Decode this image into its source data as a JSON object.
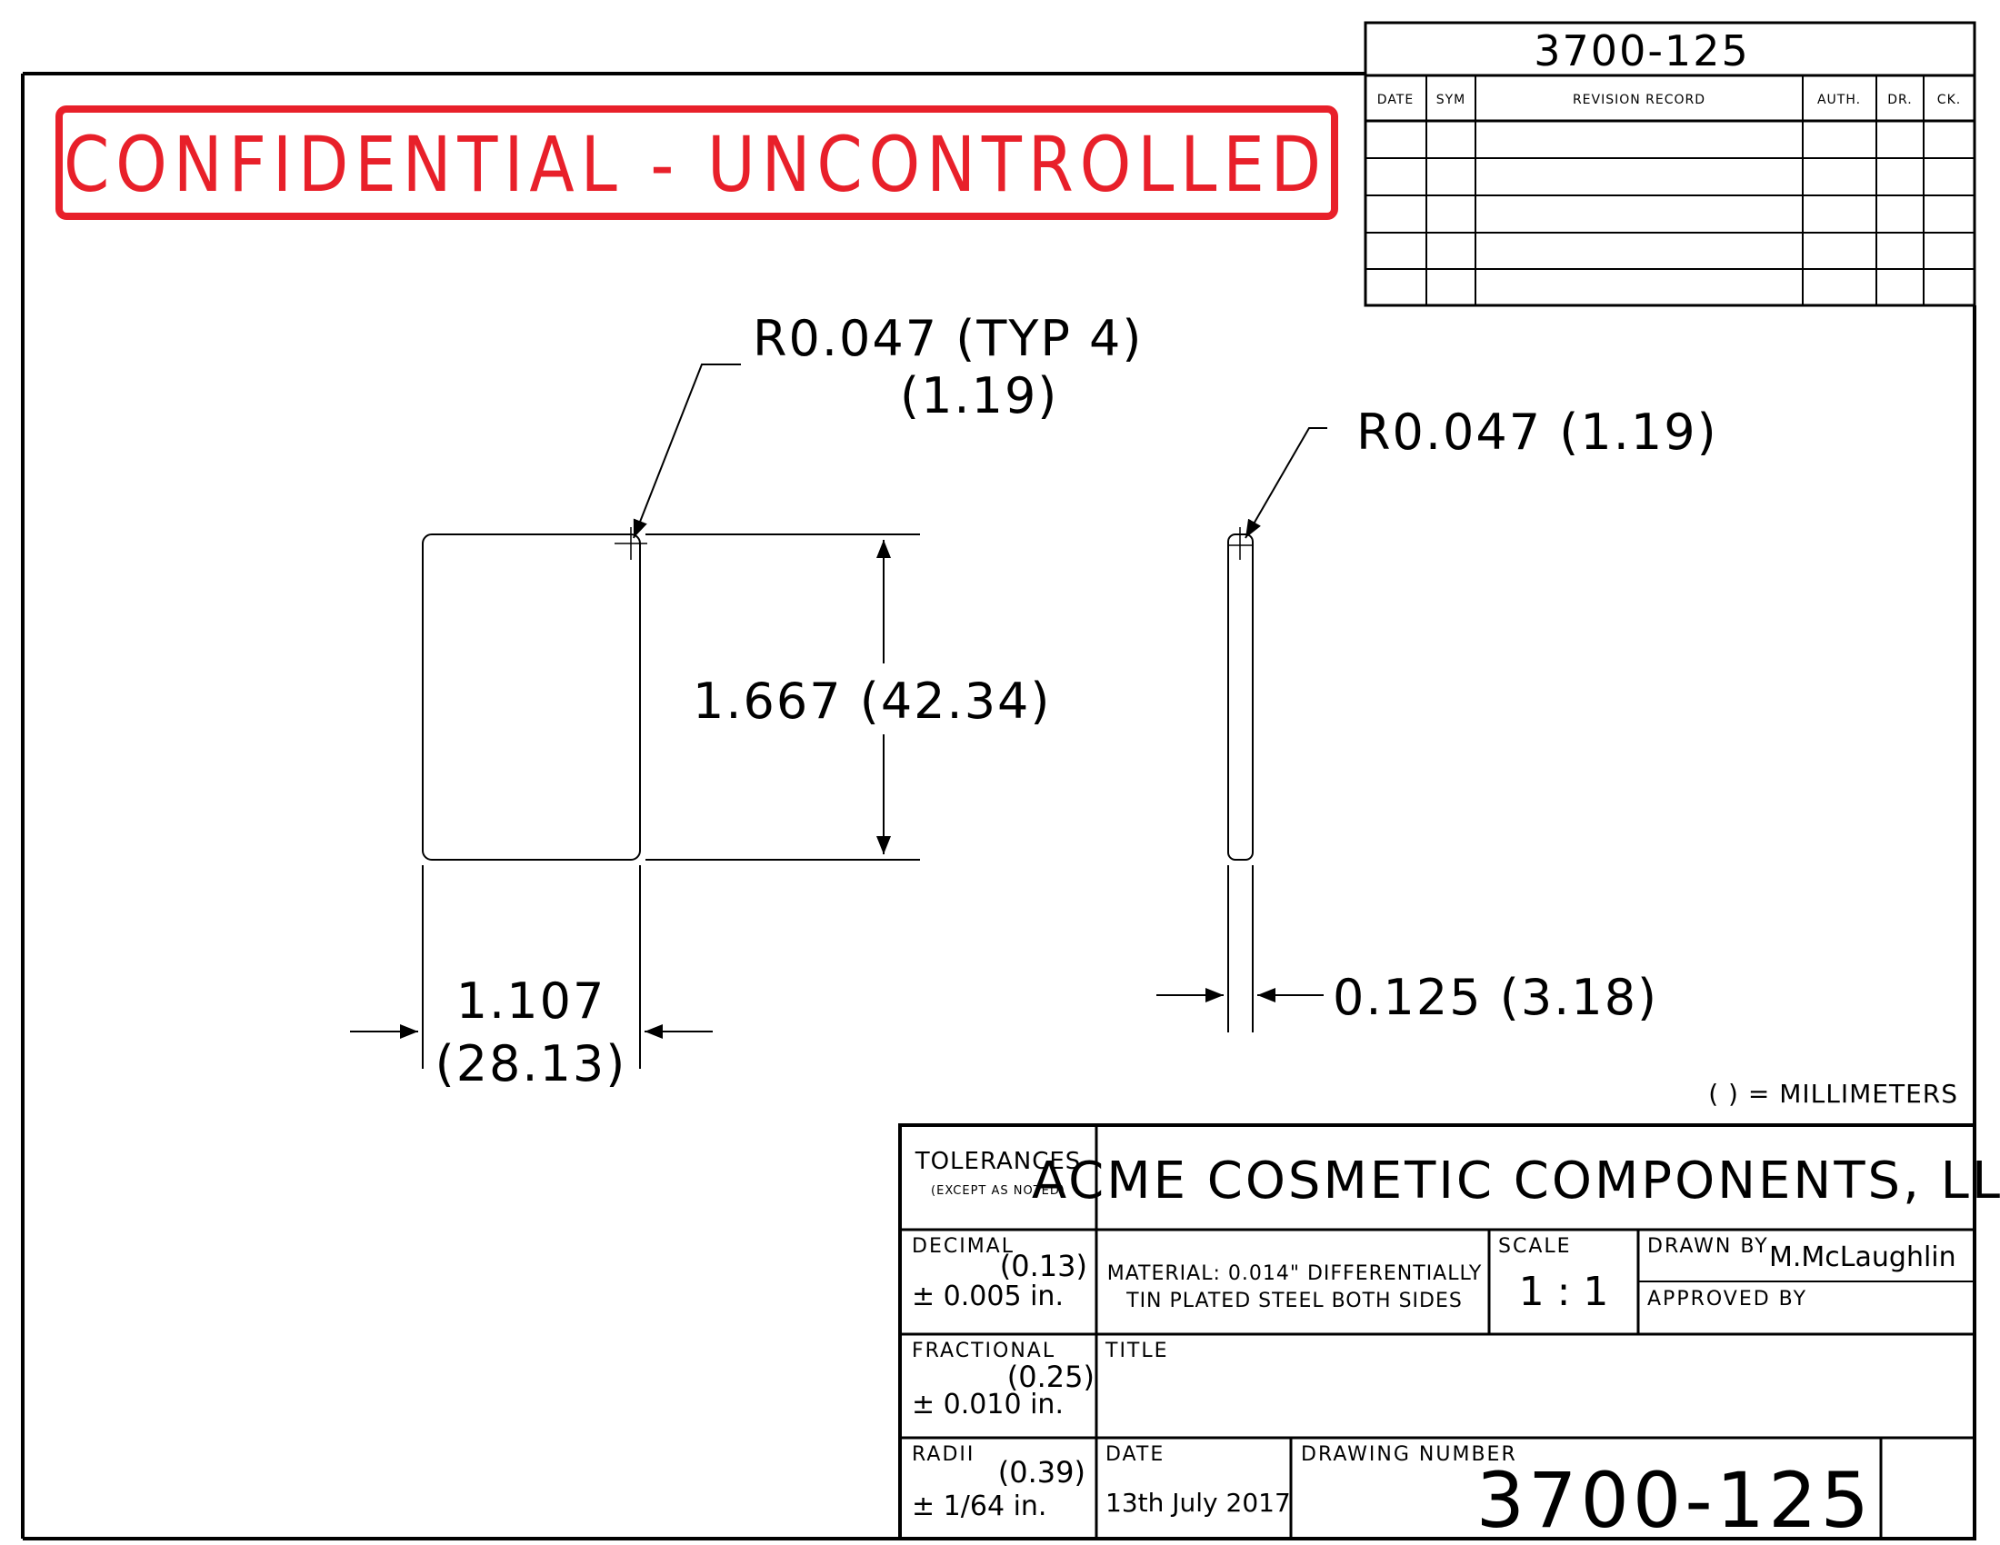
{
  "banner": {
    "text": "CONFIDENTIAL - UNCONTROLLED",
    "color": "#e8202a"
  },
  "revision_block": {
    "drawing_number": "3700-125",
    "headers": {
      "date": "DATE",
      "sym": "SYM",
      "record": "REVISION RECORD",
      "auth": "AUTH.",
      "dr": "DR.",
      "ck": "CK."
    }
  },
  "annotations": {
    "front_radius_line1": "R0.047 (TYP 4)",
    "front_radius_line2": "(1.19)",
    "side_radius": "R0.047 (1.19)",
    "height": "1.667 (42.34)",
    "width_line1": "1.107",
    "width_line2": "(28.13)",
    "thickness": "0.125 (3.18)",
    "units_note": "( ) = MILLIMETERS"
  },
  "title_block": {
    "tolerances_label": "TOLERANCES",
    "tolerances_note": "(EXCEPT AS NOTED)",
    "company": "ACME COSMETIC COMPONENTS, LLC",
    "decimal_label": "DECIMAL",
    "decimal_mm": "(0.13)",
    "decimal_value": "± 0.005 in.",
    "material_line1": "MATERIAL: 0.014\" DIFFERENTIALLY",
    "material_line2": "TIN PLATED STEEL BOTH SIDES",
    "scale_label": "SCALE",
    "scale_value": "1 : 1",
    "drawn_by_label": "DRAWN BY",
    "drawn_by_value": "M.McLaughlin",
    "approved_by_label": "APPROVED BY",
    "fractional_label": "FRACTIONAL",
    "fractional_mm": "(0.25)",
    "fractional_value": "± 0.010 in.",
    "title_label": "TITLE",
    "radii_label": "RADII",
    "radii_mm": "(0.39)",
    "radii_value": "± 1/64 in.",
    "date_label": "DATE",
    "date_value": "13th July 2017",
    "drawing_number_label": "DRAWING NUMBER",
    "drawing_number": "3700-125"
  }
}
